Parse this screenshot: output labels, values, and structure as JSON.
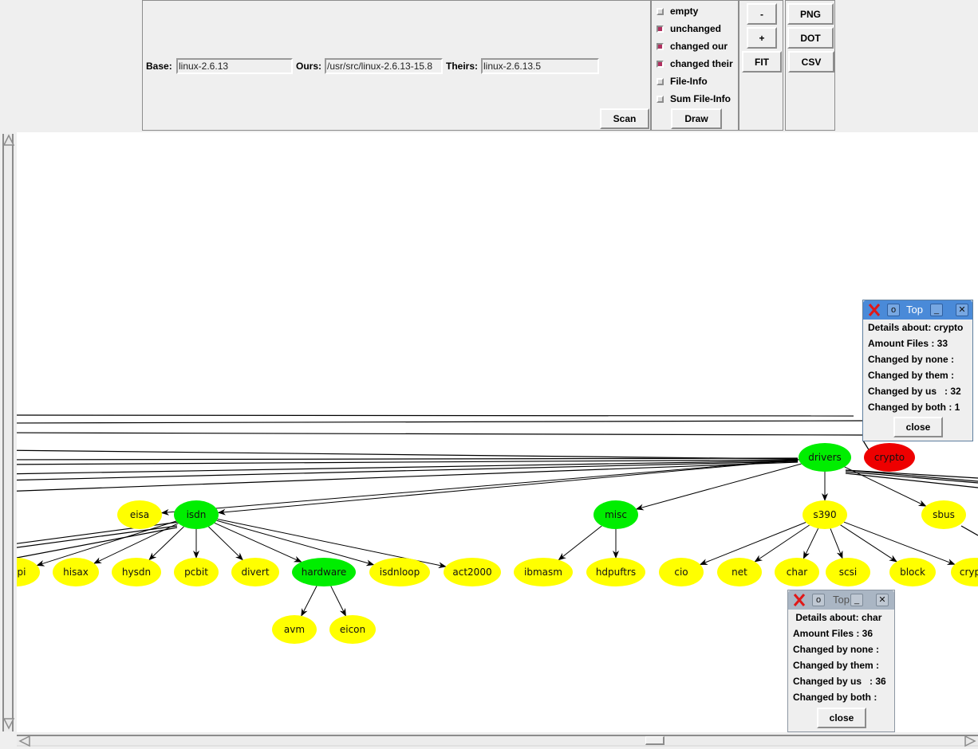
{
  "toolbar": {
    "base_label": "Base:",
    "base_value": "linux-2.6.13",
    "ours_label": "Ours:",
    "ours_value": "/usr/src/linux-2.6.13-15.8",
    "theirs_label": "Theirs:",
    "theirs_value": "linux-2.6.13.5",
    "scan_label": "Scan"
  },
  "filters": {
    "items": [
      {
        "label": "empty",
        "checked": false
      },
      {
        "label": "unchanged",
        "checked": true
      },
      {
        "label": "changed our",
        "checked": true
      },
      {
        "label": "changed their",
        "checked": true
      },
      {
        "label": "File-Info",
        "checked": false
      },
      {
        "label": "Sum File-Info",
        "checked": false
      }
    ],
    "draw_label": "Draw"
  },
  "zoom": {
    "minus_label": "-",
    "plus_label": "+",
    "fit_label": "FIT"
  },
  "export": {
    "png_label": "PNG",
    "dot_label": "DOT",
    "csv_label": "CSV"
  },
  "colors": {
    "changed_ours": "#00ee00",
    "unchanged": "#ffff00",
    "changed_both": "#ee0000",
    "checkbox_on": "#b03060",
    "window_active": "#4a8ad8"
  },
  "graph": {
    "nodes": [
      {
        "id": "drivers",
        "label": "drivers",
        "status": "changed_ours"
      },
      {
        "id": "crypto_top",
        "label": "crypto",
        "status": "changed_both"
      },
      {
        "id": "eisa",
        "label": "eisa",
        "status": "unchanged"
      },
      {
        "id": "isdn",
        "label": "isdn",
        "status": "changed_ours"
      },
      {
        "id": "misc",
        "label": "misc",
        "status": "changed_ours"
      },
      {
        "id": "s390",
        "label": "s390",
        "status": "unchanged"
      },
      {
        "id": "sbus",
        "label": "sbus",
        "status": "unchanged"
      },
      {
        "id": "capi",
        "label": "capi",
        "status": "unchanged"
      },
      {
        "id": "hisax",
        "label": "hisax",
        "status": "unchanged"
      },
      {
        "id": "hysdn",
        "label": "hysdn",
        "status": "unchanged"
      },
      {
        "id": "pcbit",
        "label": "pcbit",
        "status": "unchanged"
      },
      {
        "id": "divert",
        "label": "divert",
        "status": "unchanged"
      },
      {
        "id": "hardware",
        "label": "hardware",
        "status": "changed_ours"
      },
      {
        "id": "isdnloop",
        "label": "isdnloop",
        "status": "unchanged"
      },
      {
        "id": "act2000",
        "label": "act2000",
        "status": "unchanged"
      },
      {
        "id": "ibmasm",
        "label": "ibmasm",
        "status": "unchanged"
      },
      {
        "id": "hdpuftrs",
        "label": "hdpuftrs",
        "status": "unchanged"
      },
      {
        "id": "cio",
        "label": "cio",
        "status": "unchanged"
      },
      {
        "id": "net",
        "label": "net",
        "status": "unchanged"
      },
      {
        "id": "char",
        "label": "char",
        "status": "unchanged"
      },
      {
        "id": "scsi",
        "label": "scsi",
        "status": "unchanged"
      },
      {
        "id": "block",
        "label": "block",
        "status": "unchanged"
      },
      {
        "id": "crypto_s390",
        "label": "crypto",
        "status": "unchanged"
      },
      {
        "id": "avm",
        "label": "avm",
        "status": "unchanged"
      },
      {
        "id": "eicon",
        "label": "eicon",
        "status": "unchanged"
      }
    ],
    "edges": [
      [
        "drivers",
        "eisa"
      ],
      [
        "drivers",
        "isdn"
      ],
      [
        "drivers",
        "misc"
      ],
      [
        "drivers",
        "s390"
      ],
      [
        "drivers",
        "sbus"
      ],
      [
        "isdn",
        "capi"
      ],
      [
        "isdn",
        "hisax"
      ],
      [
        "isdn",
        "hysdn"
      ],
      [
        "isdn",
        "pcbit"
      ],
      [
        "isdn",
        "divert"
      ],
      [
        "isdn",
        "hardware"
      ],
      [
        "isdn",
        "isdnloop"
      ],
      [
        "isdn",
        "act2000"
      ],
      [
        "hardware",
        "avm"
      ],
      [
        "hardware",
        "eicon"
      ],
      [
        "misc",
        "ibmasm"
      ],
      [
        "misc",
        "hdpuftrs"
      ],
      [
        "s390",
        "cio"
      ],
      [
        "s390",
        "net"
      ],
      [
        "s390",
        "char"
      ],
      [
        "s390",
        "scsi"
      ],
      [
        "s390",
        "block"
      ],
      [
        "s390",
        "crypto_s390"
      ]
    ]
  },
  "popups": [
    {
      "title": "Top",
      "active": true,
      "lines": [
        "Details about: crypto",
        "Amount Files : 33",
        "Changed by none :",
        "Changed by them :",
        "Changed by us   : 32",
        "Changed by both : 1"
      ],
      "close_label": "close"
    },
    {
      "title": "Top",
      "active": false,
      "lines": [
        " Details about: char",
        "Amount Files : 36",
        "Changed by none :",
        "Changed by them :",
        "Changed by us   : 36",
        "Changed by both :"
      ],
      "close_label": "close"
    }
  ]
}
